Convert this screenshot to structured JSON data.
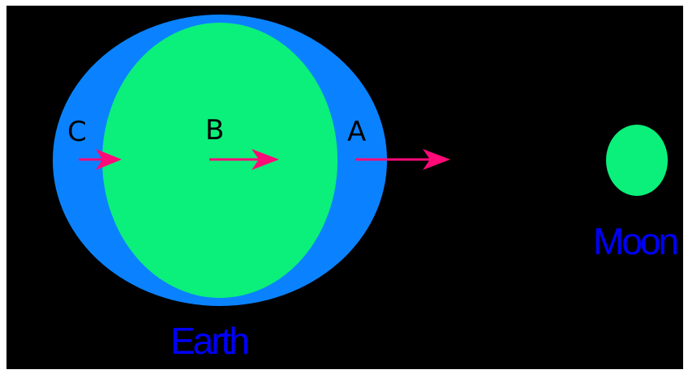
{
  "points": {
    "c": "C",
    "b": "B",
    "a": "A"
  },
  "bodies": {
    "earth": "Earth",
    "moon": "Moon"
  },
  "colors": {
    "background": "#000000",
    "ocean_bulge": "#0a82ff",
    "land": "#0bf07a",
    "arrow": "#ff0a78",
    "point_label": "#000000",
    "body_label": "#0000ff"
  }
}
